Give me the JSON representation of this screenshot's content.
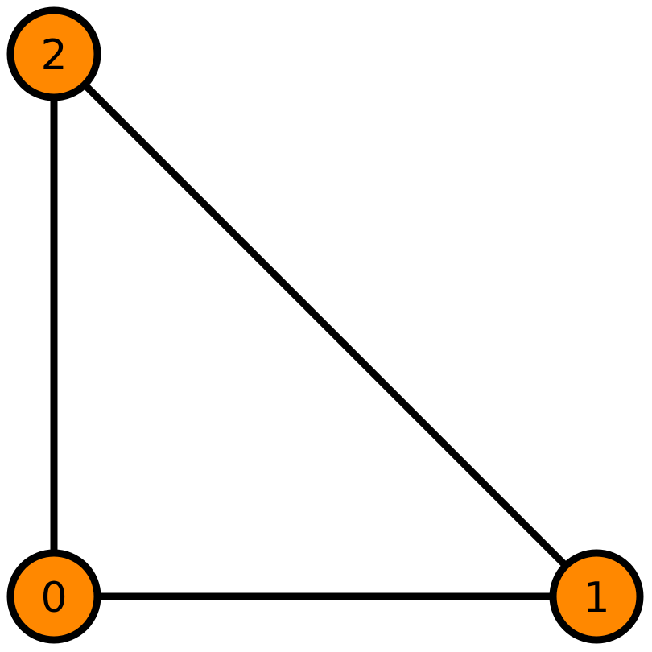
{
  "graph": {
    "node_color": "#ff8800",
    "edge_color": "#000000",
    "nodes": [
      {
        "id": "n0",
        "label": "0"
      },
      {
        "id": "n1",
        "label": "1"
      },
      {
        "id": "n2",
        "label": "2"
      }
    ],
    "edges": [
      {
        "from": "n0",
        "to": "n1"
      },
      {
        "from": "n0",
        "to": "n2"
      },
      {
        "from": "n1",
        "to": "n2"
      }
    ]
  }
}
